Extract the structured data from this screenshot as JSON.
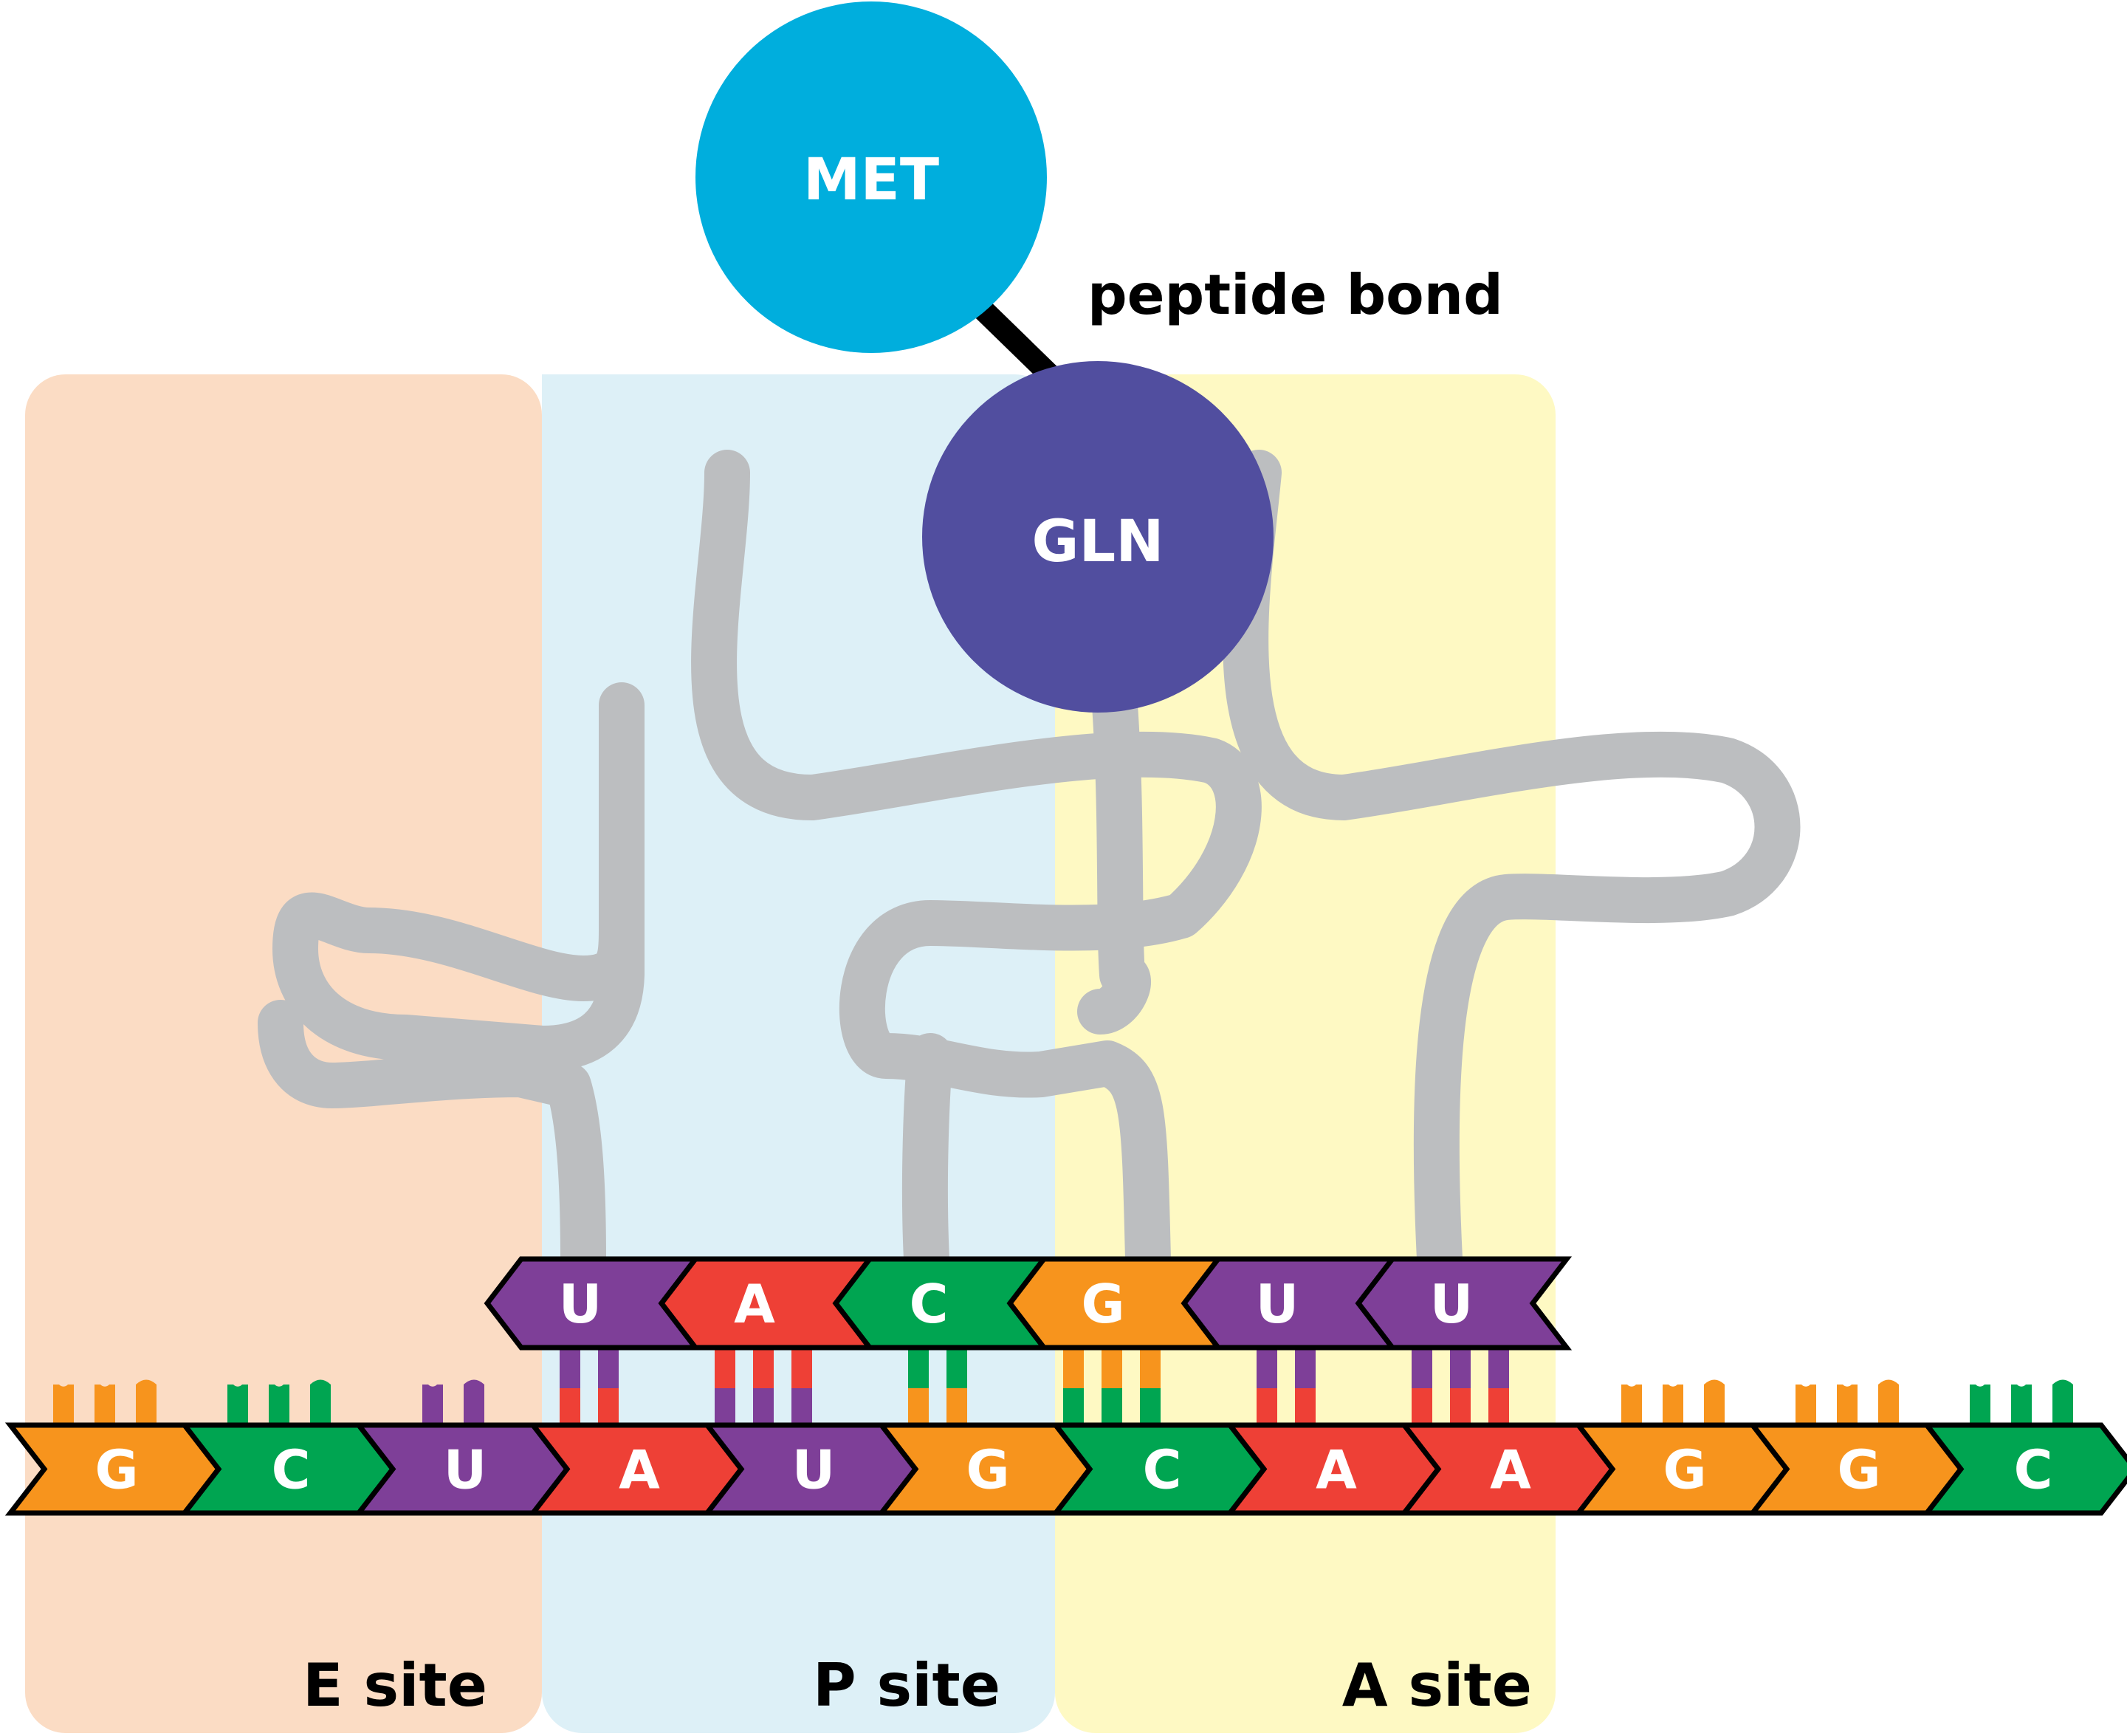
{
  "sites": [
    {
      "label": "E site",
      "color": "#fbdcc4"
    },
    {
      "label": "P site",
      "color": "#ddf0f7"
    },
    {
      "label": "A site",
      "color": "#fef9c3"
    }
  ],
  "amino_acids": [
    {
      "label": "MET",
      "color": "#00aedd"
    },
    {
      "label": "GLN",
      "color": "#514e9f"
    }
  ],
  "bond_label": "peptide bond",
  "mrna": [
    "G",
    "C",
    "U",
    "A",
    "U",
    "G",
    "C",
    "A",
    "A",
    "G",
    "G",
    "C"
  ],
  "trna_anticodons": [
    "U",
    "A",
    "C",
    "G",
    "U",
    "U"
  ],
  "base_colors": {
    "A": "#ee4036",
    "U": "#7e3f98",
    "G": "#f7941d",
    "C": "#00a551"
  },
  "trna_color": "#bcbec0"
}
